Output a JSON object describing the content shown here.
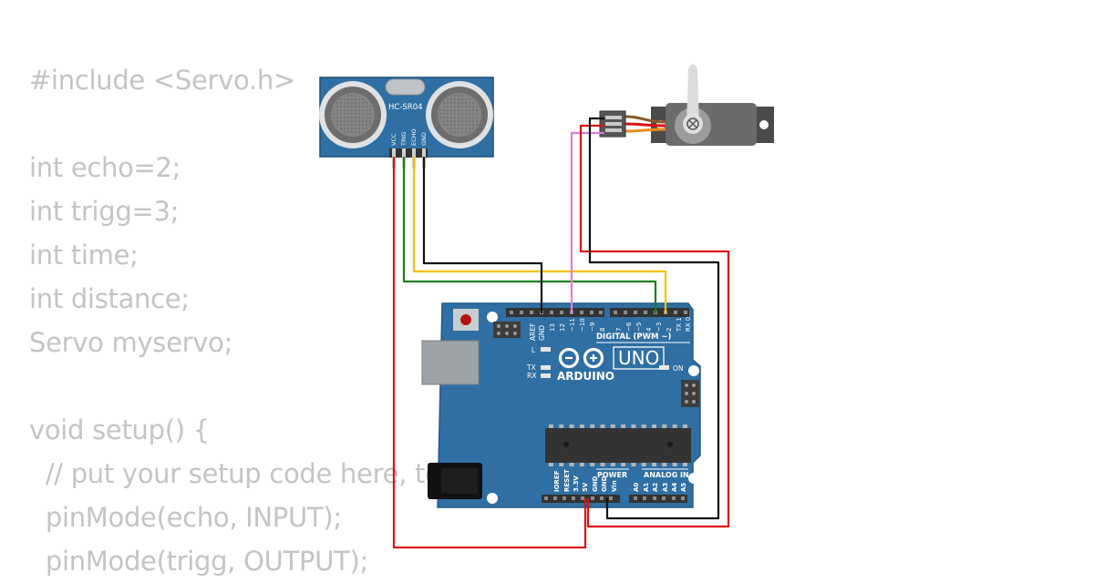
{
  "code_lines": [
    "#include <Servo.h>",
    "",
    "int echo=2;",
    "int trigg=3;",
    "int time;",
    "int distance;",
    "Servo myservo;",
    "",
    "void setup() {",
    "  // put your setup code here, to run once:",
    "  pinMode(echo, INPUT);",
    "  pinMode(trigg, OUTPUT);"
  ],
  "sensor": {
    "model": "HC-SR04",
    "pins": [
      "VCC",
      "TRIG",
      "ECHO",
      "GND"
    ]
  },
  "board": {
    "brand": "ARDUINO",
    "model": "UNO",
    "labels": {
      "aref": "AREF",
      "gnd": "GND",
      "digital_header": "DIGITAL (PWM ~)",
      "power_header": "POWER",
      "analog_header": "ANALOG IN",
      "on": "ON",
      "l": "L",
      "tx": "TX",
      "rx": "RX"
    },
    "digital_pins": [
      "13",
      "12",
      "~11",
      "~10",
      "~9",
      "8",
      "7",
      "~6",
      "~5",
      "4",
      "~3",
      "2",
      "TX 1",
      "RX 0"
    ],
    "power_pins": [
      "IOREF",
      "RESET",
      "3.3V",
      "5V",
      "GND",
      "GND",
      "Vin"
    ],
    "analog_pins": [
      "A0",
      "A1",
      "A2",
      "A3",
      "A4",
      "A5"
    ]
  },
  "wire_colors": {
    "vcc": "#dd1111",
    "trig": "#1a7f1a",
    "echo": "#f2c200",
    "gnd": "#111111",
    "servo_signal": "#e07ae0",
    "servo_power": "#dd1111",
    "servo_ground": "#111111"
  }
}
